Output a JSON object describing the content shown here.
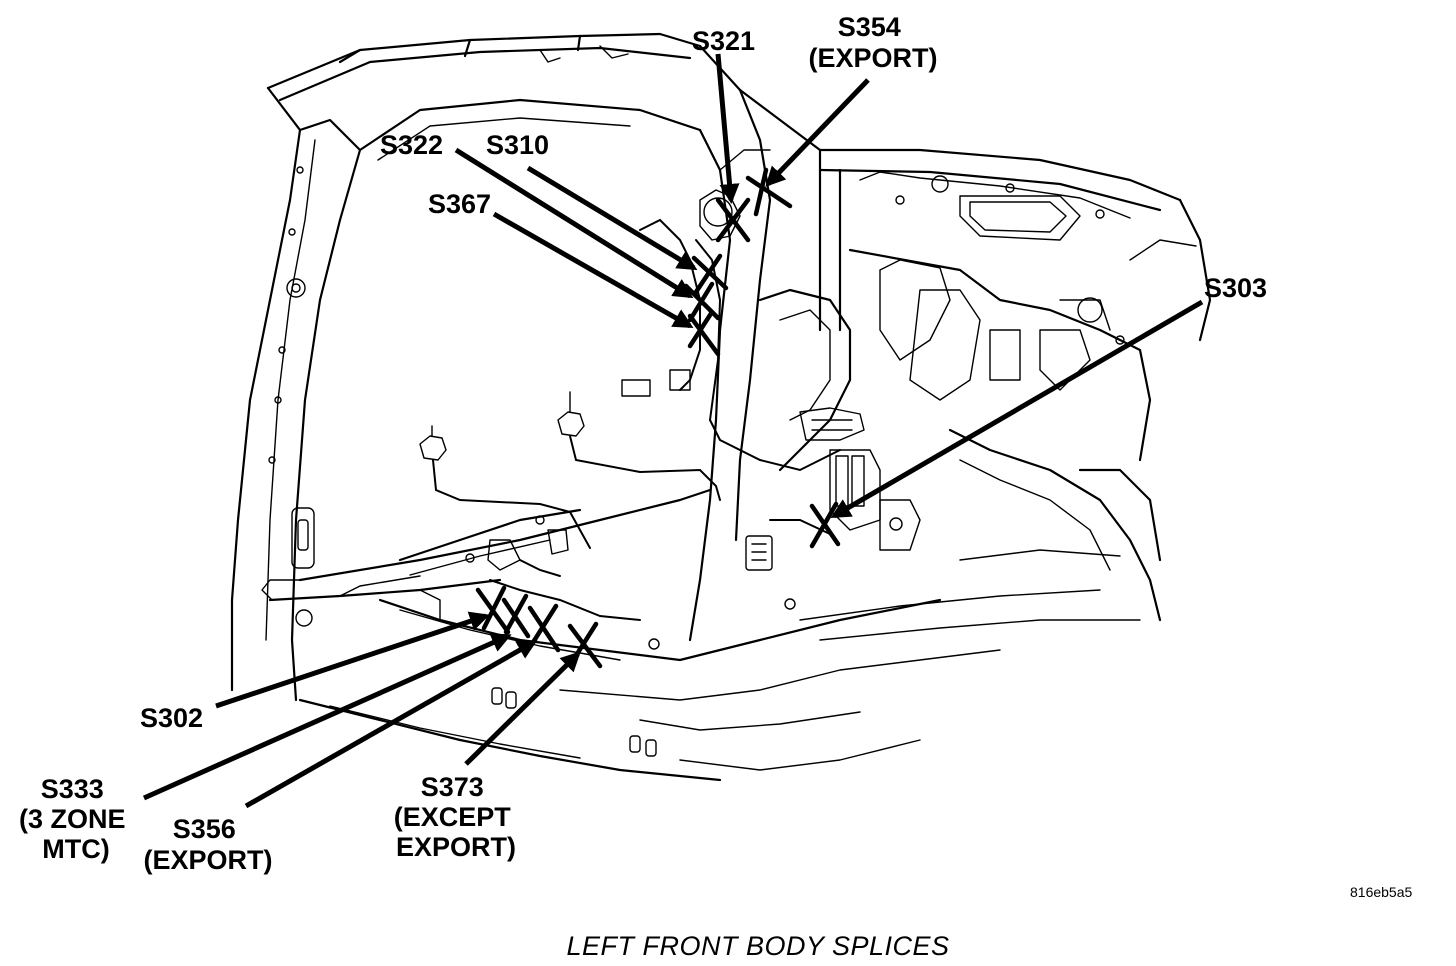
{
  "caption": "LEFT FRONT BODY SPLICES",
  "figure_id": "816eb5a5",
  "splices": [
    {
      "id": "s321",
      "lines": [
        "S321"
      ]
    },
    {
      "id": "s354",
      "lines": [
        "S354",
        "(EXPORT)"
      ]
    },
    {
      "id": "s322",
      "lines": [
        "S322"
      ]
    },
    {
      "id": "s310",
      "lines": [
        "S310"
      ]
    },
    {
      "id": "s367",
      "lines": [
        "S367"
      ]
    },
    {
      "id": "s303",
      "lines": [
        "S303"
      ]
    },
    {
      "id": "s302",
      "lines": [
        "S302"
      ]
    },
    {
      "id": "s333",
      "lines": [
        "S333",
        "(3 ZONE",
        "MTC)"
      ]
    },
    {
      "id": "s356",
      "lines": [
        "S356",
        "(EXPORT)"
      ]
    },
    {
      "id": "s373",
      "lines": [
        "S373",
        "(EXCEPT",
        "EXPORT)"
      ]
    }
  ]
}
